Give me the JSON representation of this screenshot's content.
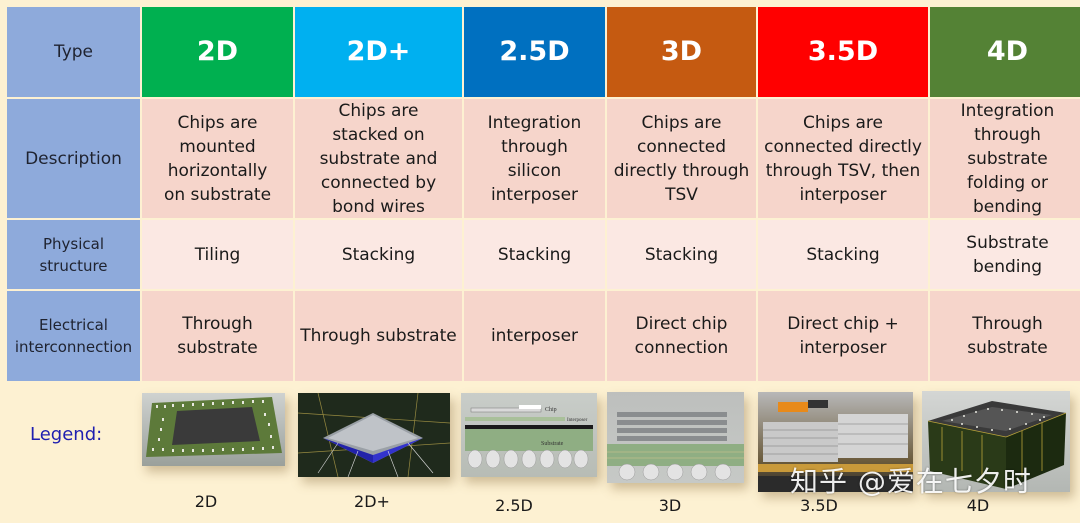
{
  "table": {
    "header": {
      "label": "Type",
      "columns": [
        {
          "label": "2D",
          "color": "#00b050"
        },
        {
          "label": "2D+",
          "color": "#00b0f0"
        },
        {
          "label": "2.5D",
          "color": "#0070c0"
        },
        {
          "label": "3D",
          "color": "#c55a11"
        },
        {
          "label": "3.5D",
          "color": "#ff0000"
        },
        {
          "label": "4D",
          "color": "#548235"
        }
      ]
    },
    "rows": [
      {
        "label": "Description",
        "cells": [
          "Chips are mounted horizontally on substrate",
          "Chips are stacked on substrate and connected by bond wires",
          "Integration through silicon interposer",
          "Chips are connected directly through TSV",
          "Chips are connected directly through TSV, then interposer",
          "Integration through substrate folding or bending"
        ]
      },
      {
        "label": "Physical structure",
        "cells": [
          "Tiling",
          "Stacking",
          "Stacking",
          "Stacking",
          "Stacking",
          "Substrate bending"
        ]
      },
      {
        "label": "Electrical interconnection",
        "cells": [
          "Through substrate",
          "Through substrate",
          "interposer",
          "Direct chip connection",
          "Direct chip + interposer",
          "Through substrate"
        ]
      }
    ]
  },
  "legend": {
    "label": "Legend:",
    "items": [
      {
        "caption": "2D",
        "image": "2d-package-pin-grid-image"
      },
      {
        "caption": "2D+",
        "image": "2d-plus-wire-bond-image"
      },
      {
        "caption": "2.5D",
        "image": "2-5d-interposer-cross-section-image",
        "annotations": [
          "Chip",
          "Interposer",
          "Substrate"
        ]
      },
      {
        "caption": "3D",
        "image": "3d-tsv-stack-image"
      },
      {
        "caption": "3.5D",
        "image": "3-5d-tsv-interposer-image"
      },
      {
        "caption": "4D",
        "image": "4d-bent-substrate-image"
      }
    ]
  },
  "watermark": "知乎 @爱在七夕时"
}
